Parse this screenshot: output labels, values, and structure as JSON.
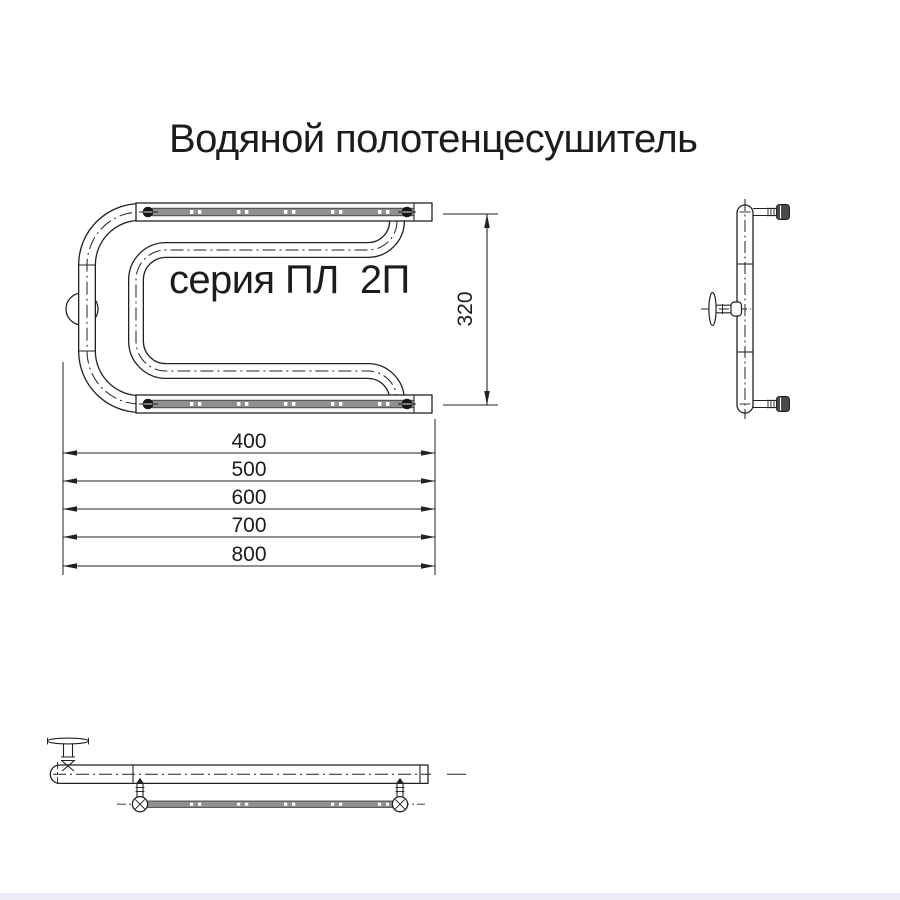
{
  "title": {
    "line1": "Водяной полотенцесушитель",
    "line2": "серия ПЛ  2П"
  },
  "dimensions": {
    "height_mm": "320",
    "width_variants_mm": [
      "400",
      "500",
      "600",
      "700",
      "800"
    ]
  },
  "colors": {
    "ink": "#222222",
    "rail_gray": "#8f8f8f",
    "background": "#ffffff",
    "footer_strip": "#ecedf4"
  }
}
